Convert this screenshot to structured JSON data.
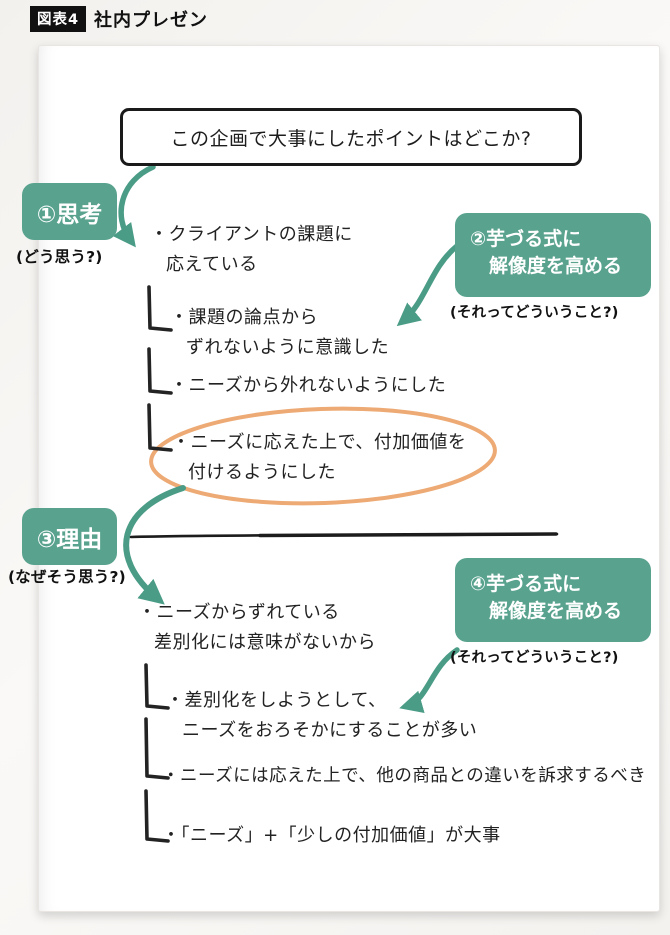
{
  "header": {
    "fig_badge": "図表4",
    "fig_title": "社内プレゼン"
  },
  "question_box": {
    "text": "この企画で大事にしたポイントはどこか?"
  },
  "steps": {
    "step1": {
      "label": "①思考",
      "caption": "(どう思う?)"
    },
    "step2": {
      "line1": "②芋づる式に",
      "line2": "解像度を高める",
      "caption": "(それってどういうこと?)"
    },
    "step3": {
      "label": "③理由",
      "caption": "(なぜそう思う?)"
    },
    "step4": {
      "line1": "④芋づる式に",
      "line2": "解像度を高める",
      "caption": "(それってどういうこと?)"
    }
  },
  "thinking_branch": {
    "main": {
      "line1": "・クライアントの課題に",
      "line2": "応えている"
    },
    "sub1": {
      "line1": "・課題の論点から",
      "line2": "ずれないように意識した"
    },
    "sub2": {
      "line1": "・ニーズから外れないようにした"
    },
    "sub3": {
      "line1": "・ニーズに応えた上で、付加価値を",
      "line2": "付けるようにした"
    }
  },
  "reason_branch": {
    "main": {
      "line1": "・ニーズからずれている",
      "line2": "差別化には意味がないから"
    },
    "sub1": {
      "line1": "・差別化をしようとして、",
      "line2": "ニーズをおろそかにすることが多い"
    },
    "sub2": {
      "line1": "・ニーズには応えた上で、他の商品との違いを訴求するべき"
    },
    "sub3": {
      "line1": "・「ニーズ」+「少しの付加価値」が大事"
    }
  },
  "icons": {
    "step1_arrow": "curved-arrow-down-right",
    "step2_arrow": "curved-arrow-down-left",
    "step3_arrow": "curved-arrow-down-right",
    "step4_arrow": "curved-arrow-down-left",
    "highlight": "hand-drawn-orange-ellipse",
    "divider": "hand-drawn-horizontal-line",
    "tree_branch": "hand-drawn-L-connector"
  },
  "colors": {
    "teal_badge": "#58a28e",
    "arrow_teal": "#4a9c86",
    "highlight_orange": "#edaa74",
    "ink": "#1d1d1d"
  }
}
